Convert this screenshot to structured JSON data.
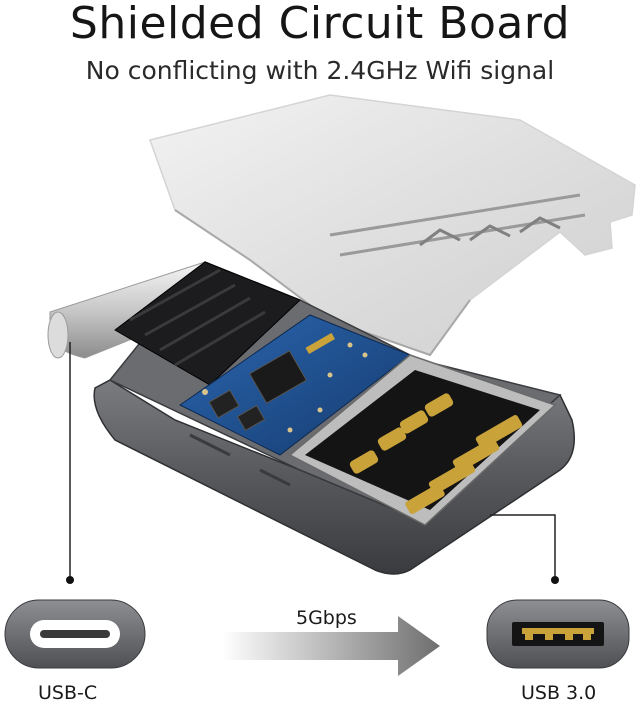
{
  "header": {
    "title": "Shielded Circuit Board",
    "subtitle": "No conflicting with 2.4GHz Wifi signal"
  },
  "ports": {
    "left_label": "USB-C",
    "right_label": "USB 3.0"
  },
  "transfer": {
    "speed_label": "5Gbps"
  },
  "colors": {
    "shell_gray": "#5f6166",
    "pcb_blue": "#1e4f8c",
    "gold_pins": "#c9a23a",
    "arrow_gray": "#8a8a8a"
  }
}
